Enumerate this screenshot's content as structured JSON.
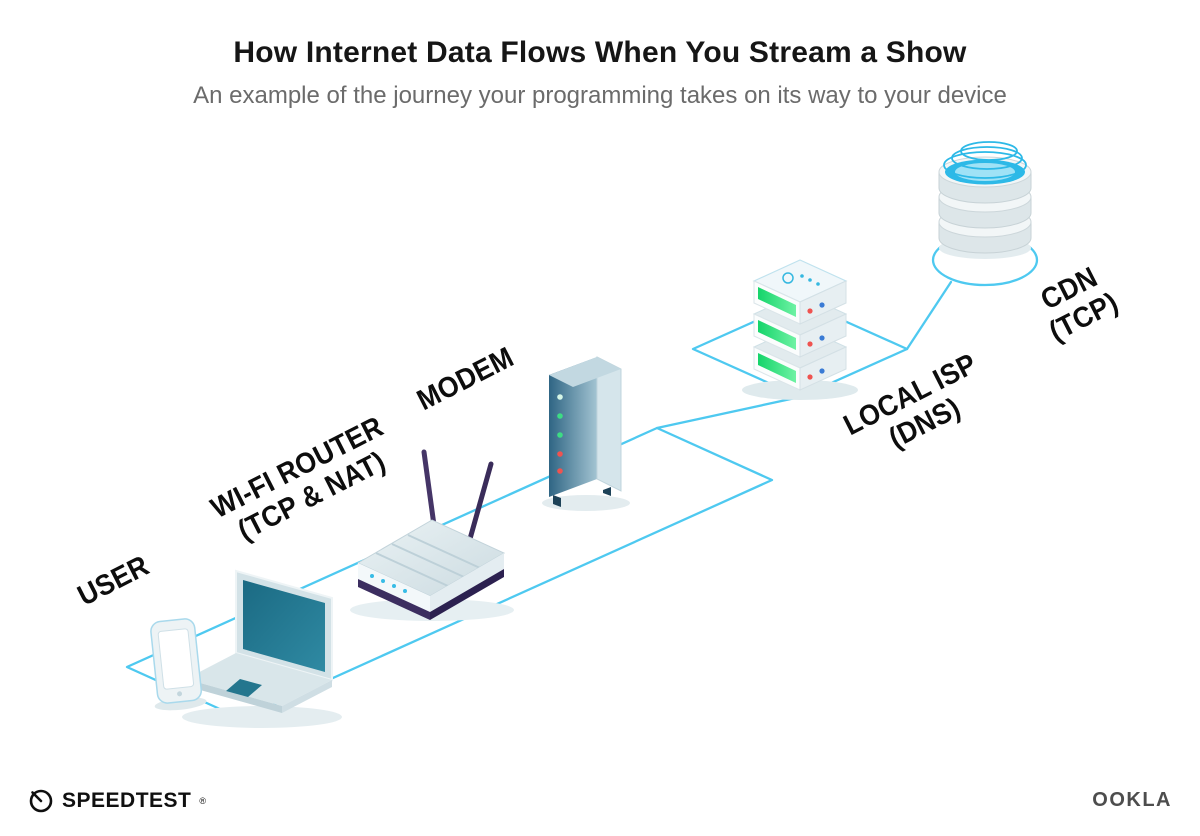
{
  "header": {
    "title": "How Internet Data Flows When You Stream a Show",
    "subtitle": "An example of the journey your programming takes on its way to your device"
  },
  "flow": [
    {
      "id": "user",
      "label": "USER",
      "sublabel": ""
    },
    {
      "id": "wifi-router",
      "label": "WI-FI ROUTER",
      "sublabel": "(TCP & NAT)"
    },
    {
      "id": "modem",
      "label": "MODEM",
      "sublabel": ""
    },
    {
      "id": "local-isp",
      "label": "LOCAL ISP",
      "sublabel": "(DNS)"
    },
    {
      "id": "cdn",
      "label": "CDN",
      "sublabel": "(TCP)"
    }
  ],
  "footer": {
    "speedtest_wordmark": "SPEEDTEST",
    "speedtest_mark": "®",
    "speedtest_icon": "gauge-icon",
    "ookla_wordmark": "OOKLA"
  },
  "colors": {
    "connection_line": "#4ec9f0",
    "screen_teal": "#1b6a83",
    "device_light": "#d9e6ea",
    "antenna_purple": "#3c2e60",
    "server_green": "#15d46a",
    "led_red": "#ef5350",
    "led_green": "#3ddc84",
    "led_blue": "#3a7bd5",
    "cdn_water_blue": "#2db9e7",
    "title_text": "#161616",
    "subtitle_text": "#6b6b6b",
    "label_text": "#0d0d0d"
  }
}
